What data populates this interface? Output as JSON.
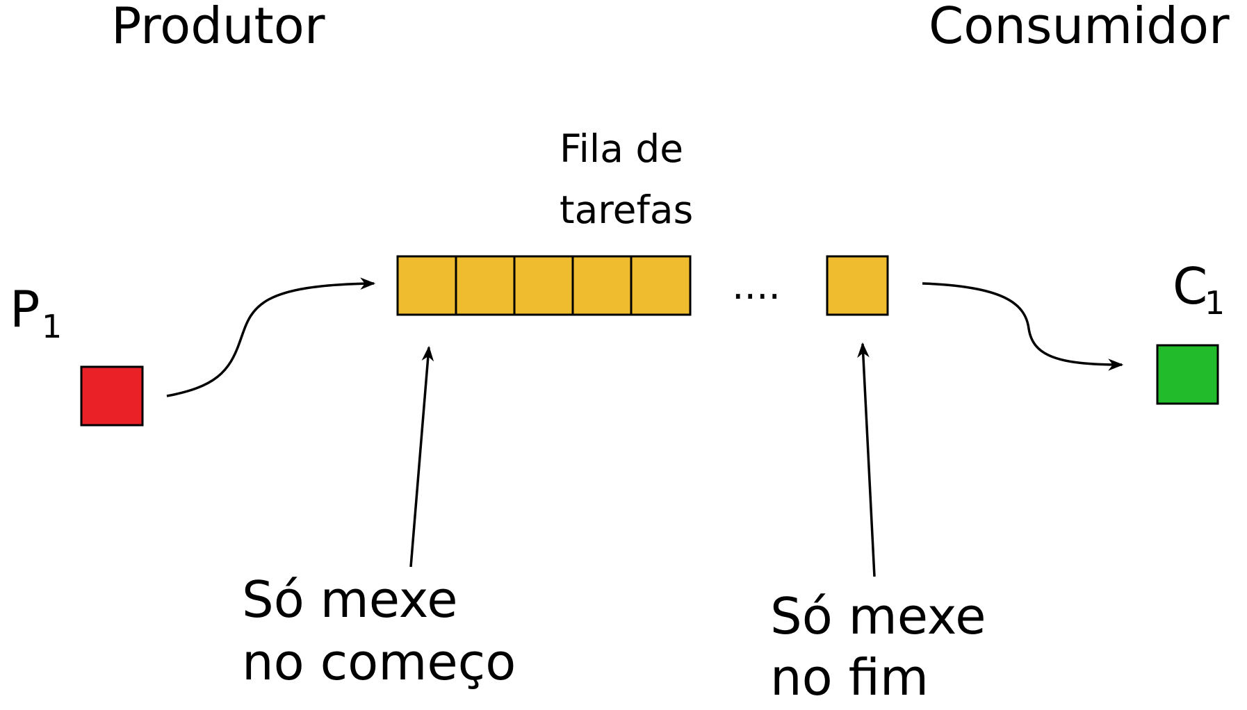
{
  "producer_heading": "Produtor",
  "consumer_heading": "Consumidor",
  "queue": {
    "label_line1": "Fila de",
    "label_line2": "tarefas",
    "ellipsis": "....",
    "cell_color": "#efbc2f"
  },
  "producer": {
    "label": "P",
    "subscript": "1",
    "color": "#ea2228"
  },
  "consumer": {
    "label": "C",
    "subscript": "1",
    "color": "#22bb2c"
  },
  "note_start": {
    "line1": "Só mexe",
    "line2": "no começo"
  },
  "note_end": {
    "line1": "Só mexe",
    "line2": "no fim"
  }
}
